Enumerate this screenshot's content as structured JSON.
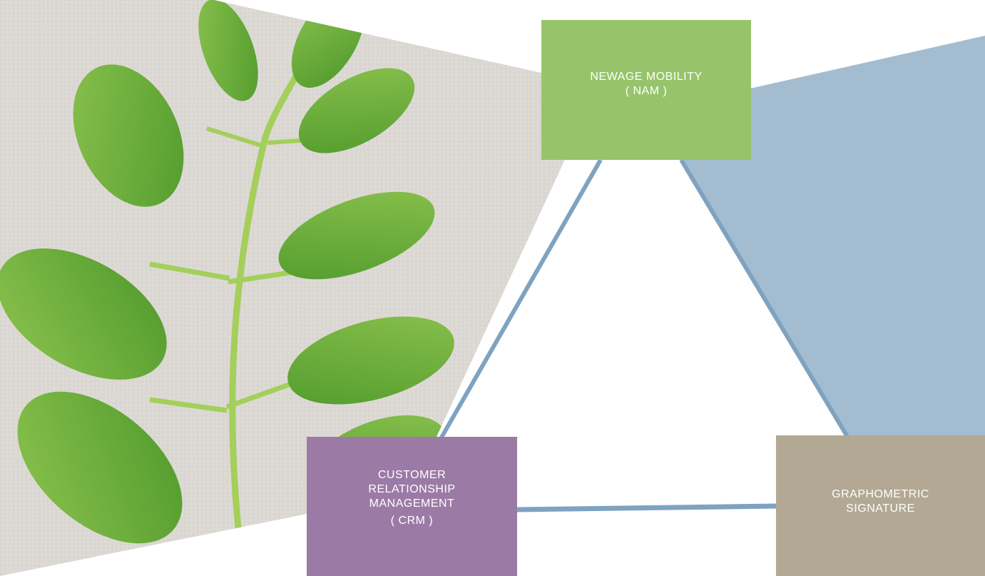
{
  "colors": {
    "background": "#ffffff",
    "nam_box": "#97c46a",
    "crm_box": "#9c7aa6",
    "gs_box": "#b2a894",
    "connector": "#7ea3c1",
    "blue_panel": "#a3bccf",
    "texture": "#dcd9d4",
    "leaf": "#6fae3c",
    "stem": "#a3cf5a"
  },
  "decor": {
    "left_image": "plant-leaves-photo",
    "right_panel": "blue-panel"
  },
  "nodes": {
    "nam": {
      "line1": "NEWAGE MOBILITY",
      "line2": "( NAM )"
    },
    "crm": {
      "line1": "CUSTOMER",
      "line2": "RELATIONSHIP",
      "line3": "MANAGEMENT",
      "line4": "( CRM )"
    },
    "gs": {
      "line1": "GRAPHOMETRIC",
      "line2": "SIGNATURE"
    }
  }
}
